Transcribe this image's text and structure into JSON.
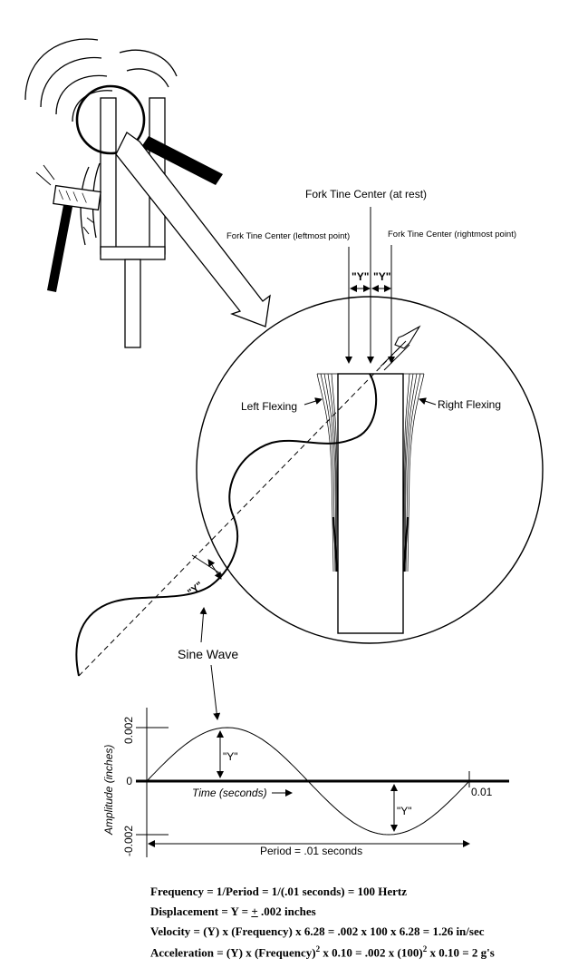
{
  "labels": {
    "center_rest": "Fork Tine Center (at rest)",
    "center_left": "Fork Tine Center (leftmost point)",
    "center_right": "Fork Tine Center (rightmost point)",
    "y_marker": "\"Y\"",
    "left_flexing": "Left Flexing",
    "right_flexing": "Right Flexing",
    "sine_wave": "Sine Wave"
  },
  "graph": {
    "y_axis_label": "Amplitude (inches)",
    "x_axis_label": "Time (seconds)",
    "tick_top": "0.002",
    "tick_zero": "0",
    "tick_bottom": "-0.002",
    "tick_end": "0.01",
    "period_label": "Period = .01 seconds"
  },
  "chart_data": {
    "type": "line",
    "title": "",
    "xlabel": "Time (seconds)",
    "ylabel": "Amplitude (inches)",
    "series": [
      {
        "x": [
          0,
          0.00125,
          0.0025,
          0.00375,
          0.005,
          0.00625,
          0.0075,
          0.00875,
          0.01
        ],
        "values": [
          0,
          0.00141,
          0.002,
          0.00141,
          0,
          -0.00141,
          -0.002,
          -0.00141,
          0
        ]
      }
    ],
    "xlim": [
      0,
      0.01
    ],
    "ylim": [
      -0.002,
      0.002
    ],
    "x_ticks": [
      "0.01"
    ],
    "y_ticks": [
      "0.002",
      "0",
      "-0.002"
    ],
    "annotations": [
      "\"Y\"",
      "\"Y\"",
      "Period = .01 seconds"
    ]
  },
  "formulas": {
    "frequency": "Frequency = 1/Period = 1/(.01 seconds) = 100 Hertz",
    "displacement_prefix": "Displacement = Y = ",
    "displacement_pm": "+",
    "displacement_suffix": " .002 inches",
    "velocity": "Velocity = (Y) x (Frequency) x 6.28 = .002 x 100 x 6.28 = 1.26 in/sec",
    "accel_part1": "Acceleration = (Y) x (Frequency)",
    "accel_exp1": "2",
    "accel_part2": " x 0.10 = .002 x (100)",
    "accel_exp2": "2",
    "accel_part3": " x 0.10 = 2 g's"
  }
}
